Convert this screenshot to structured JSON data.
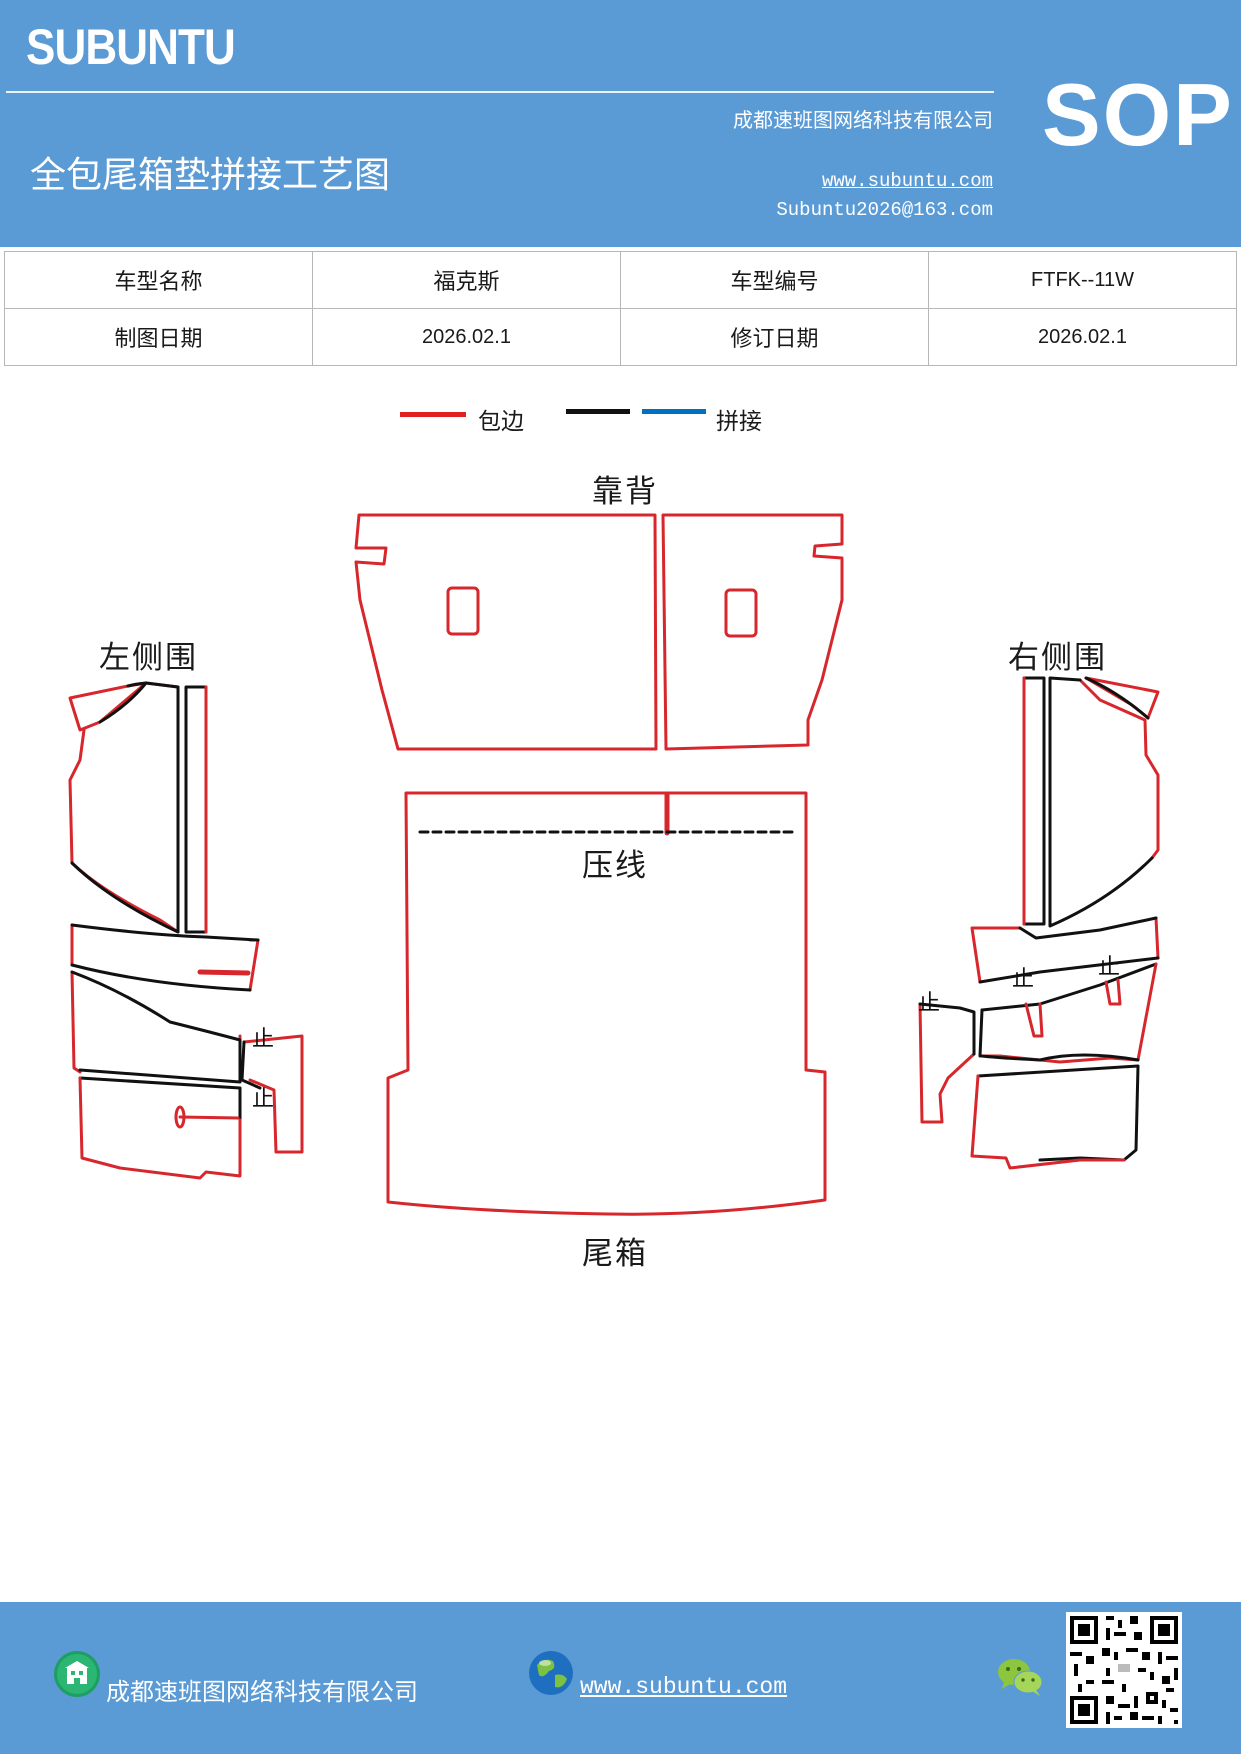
{
  "header": {
    "brand": "SUBUNTU",
    "company": "成都速班图网络科技有限公司",
    "title": "全包尾箱垫拼接工艺图",
    "website": "www.subuntu.com",
    "email": "Subuntu2026@163.com",
    "sop": "SOP"
  },
  "info_table": {
    "model_name_label": "车型名称",
    "model_name_value": "福克斯",
    "model_code_label": "车型编号",
    "model_code_value": "FTFK--11W",
    "draw_date_label": "制图日期",
    "draw_date_value": "2026.02.1",
    "revision_date_label": "修订日期",
    "revision_date_value": "2026.02.1"
  },
  "legend": {
    "items": [
      {
        "label": "包边",
        "color": "#e02020"
      },
      {
        "label": "",
        "color": "#111111"
      },
      {
        "label": "拼接",
        "color": "#0070c0"
      }
    ]
  },
  "diagram": {
    "backrest_label": "靠背",
    "left_side_label": "左侧围",
    "right_side_label": "右侧围",
    "press_line_label": "压线",
    "trunk_label": "尾箱",
    "stop_mark": "止",
    "edge_color": "#d7272c",
    "seam_color": "#111111"
  },
  "footer": {
    "company": "成都速班图网络科技有限公司",
    "website": "www.subuntu.com",
    "building_icon": "building-icon",
    "globe_icon": "globe-icon",
    "wechat_icon": "wechat-icon",
    "qr_code": "qr-code"
  }
}
